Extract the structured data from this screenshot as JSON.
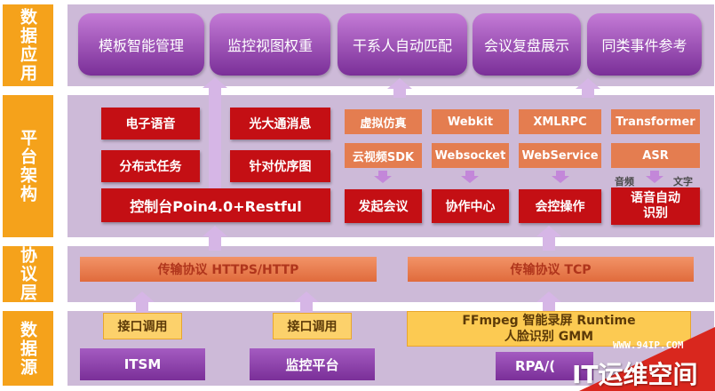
{
  "layers": {
    "application": "数据应用",
    "platform": "平台架构",
    "protocol": "协议层",
    "source": "数据源"
  },
  "apps": [
    "模板智能管理",
    "监控视图权重",
    "干系人自动匹配",
    "会议复盘展示",
    "同类事件参考"
  ],
  "platform": {
    "left_modules": [
      "电子语音",
      "光大通消息",
      "分布式任务",
      "针对优序图"
    ],
    "console": "控制台Poin4.0+Restful",
    "tech_row1": [
      "虚拟仿真",
      "Webkit",
      "XMLRPC",
      "Transformer"
    ],
    "tech_row2": [
      "云视频SDK",
      "Websocket",
      "WebService",
      "ASR"
    ],
    "bottom_modules": [
      "发起会议",
      "协作中心",
      "会控操作",
      "语音自动识别"
    ],
    "asr_audio": "音频",
    "asr_text": "文字"
  },
  "protocol": {
    "http": "传输协议   HTTPS/HTTP",
    "tcp": "传输协议 TCP"
  },
  "sources": {
    "interface_label": "接口调用",
    "ffmpeg_line1": "FFmpeg  智能录屏  Runtime",
    "ffmpeg_line2": "人脸识别  GMM",
    "itsm": "ITSM",
    "monitor": "监控平台",
    "rpa": "RPA/(",
    "watermark_url": "WWW.94IP.COM",
    "watermark_brand": "IT运维空间"
  },
  "colors": {
    "sidebar": "#f5a21b",
    "panel": "#cdbad8",
    "app_button": "#9e4cba",
    "red_module": "#c40f14",
    "tech_chip": "#e47d50",
    "protocol_bar": "#e06b3c",
    "interface_chip": "#fcd16b",
    "source_box": "#7a2f98"
  }
}
